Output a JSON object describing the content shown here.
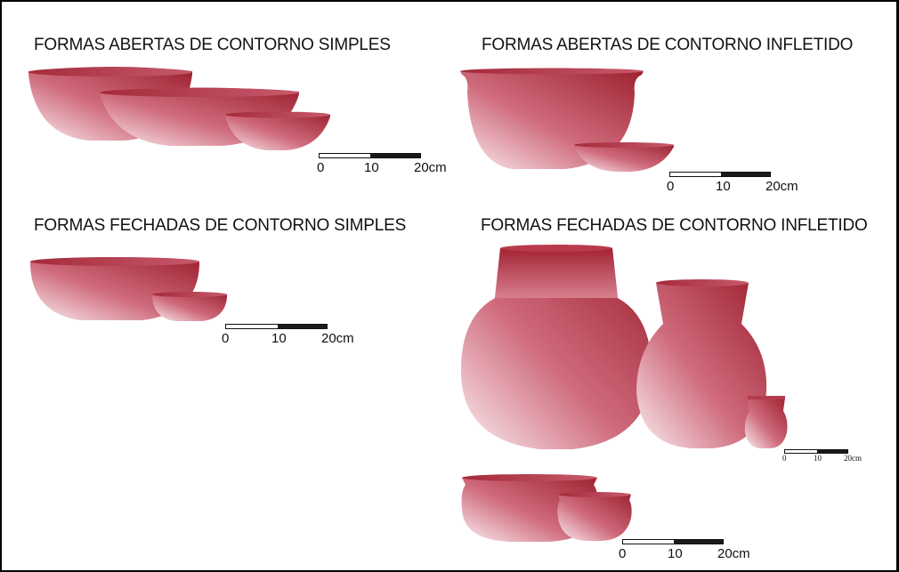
{
  "colors": {
    "vessel_dark": "#9c1f2e",
    "vessel_mid": "#c0485c",
    "vessel_light": "#f6dde2",
    "rim": "#b33c4c",
    "text": "#111111"
  },
  "sections": {
    "open_simple": {
      "title": "FORMAS ABERTAS DE CONTORNO SIMPLES"
    },
    "open_inflected": {
      "title": "FORMAS ABERTAS DE CONTORNO INFLETIDO"
    },
    "closed_simple": {
      "title": "FORMAS FECHADAS DE CONTORNO SIMPLES"
    },
    "closed_inflected": {
      "title": "FORMAS FECHADAS DE CONTORNO INFLETIDO"
    }
  },
  "scale_bars": {
    "open_simple": {
      "labels": [
        "0",
        "10",
        "20cm"
      ]
    },
    "open_inflected": {
      "labels": [
        "0",
        "10",
        "20cm"
      ]
    },
    "closed_simple": {
      "labels": [
        "0",
        "10",
        "20cm"
      ]
    },
    "closed_inflected_small": {
      "labels": [
        "0",
        "10",
        "20cm"
      ]
    },
    "closed_inflected_bottom": {
      "labels": [
        "0",
        "10",
        "20cm"
      ]
    }
  }
}
